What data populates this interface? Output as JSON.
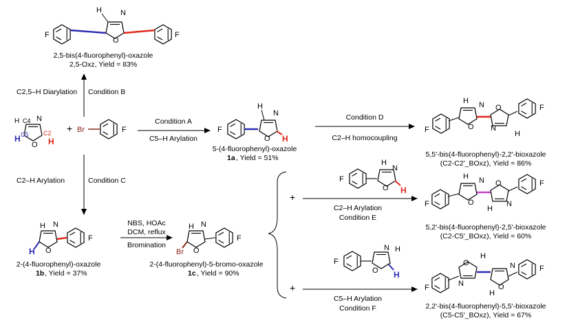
{
  "compounds": {
    "oxz": {
      "name": "2,5-bis(4-fluorophenyl)-oxazole",
      "yield": "2,5-Oxz, Yield = 83%"
    },
    "oxazole": {
      "H": "H",
      "C4": "C4",
      "C5": "C5",
      "C2": "C2",
      "N": "N",
      "O": "O"
    },
    "bromo_arene": {
      "Br": "Br",
      "F": "F"
    },
    "c1a": {
      "name": "5-(4-fluorophenyl)-oxazole",
      "label": "1a",
      "yield": ", Yield = 51%"
    },
    "c1b": {
      "name": "2-(4-fluorophenyl)-oxazole",
      "label": "1b",
      "yield": ", Yield = 37%"
    },
    "c1c": {
      "name": "2-(4-fluorophenyl)-5-bromo-oxazole",
      "label": "1c",
      "yield": ", Yield = 90%"
    },
    "c22": {
      "name": "5,5'-bis(4-fluorophenyl)-2,2'-bioxazole",
      "yield": "(C2-C2'_BOxz), Yield = 86%"
    },
    "c25": {
      "name": "5,2'-bis(4-fluorophenyl)-2,5'-bioxazole",
      "yield": "(C2-C5'_BOxz), Yield = 60%"
    },
    "c55": {
      "name": "2,2'-bis(4-fluorophenyl)-5,5'-bioxazole",
      "yield": "(C5-C5'_BOxz), Yield = 67%"
    }
  },
  "conditions": {
    "B": "Condition B",
    "B_desc": "C2,5–H Diarylation",
    "A": "Condition A",
    "A_desc": "C5–H Arylation",
    "C": "Condition C",
    "C_desc": "C2–H Arylation",
    "D": "Condition D",
    "D_desc": "C2–H homocoupling",
    "E": "Condition E",
    "E_desc": "C2–H Arylation",
    "F": "Condition F",
    "F_desc": "C5–H Arylation",
    "brom_reagents": "NBS, HOAc",
    "brom_solvent": "DCM, reflux",
    "brom_desc": "Bromination"
  },
  "symbols": {
    "plus": "+",
    "F": "F",
    "H": "H",
    "N": "N",
    "O": "O",
    "Br": "Br"
  },
  "colors": {
    "c2_bond": "#e0281c",
    "c5_bond": "#2b2bb0",
    "c2c5_bond": "#c040c0",
    "bromine": "#8b2a1a",
    "text": "#000000"
  }
}
